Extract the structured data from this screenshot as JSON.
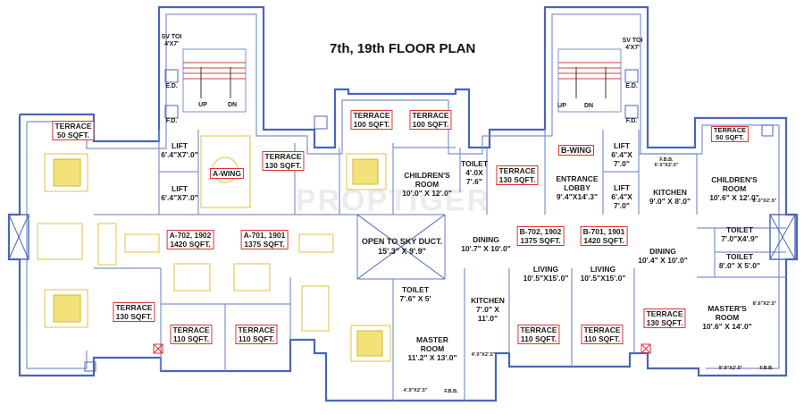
{
  "title": "7th, 19th FLOOR PLAN",
  "watermark": "PROPTIGER",
  "labels": {
    "sv_toilet_left_1": "SV TOI",
    "sv_toilet_left_2": "4'X7'",
    "sv_toilet_right_1": "SV TOI",
    "sv_toilet_right_2": "4'X7'",
    "ed_left": "E.D.",
    "fd_left": "F.D.",
    "ed_right": "E.D.",
    "fd_right": "F.D.",
    "up_left": "UP",
    "dn_left": "DN",
    "up_right": "UP",
    "dn_right": "DN",
    "terrace_50_left_1": "TERRACE",
    "terrace_50_left_2": "50 SQFT.",
    "lift_a1_1": "LIFT",
    "lift_a1_2": "6'.4\"X7'.0\"",
    "lift_a2_1": "LIFT",
    "lift_a2_2": "6'.4\"X7'.0\"",
    "a_wing": "A-WING",
    "terrace_130_a_1": "TERRACE",
    "terrace_130_a_2": "130 SQFT.",
    "terrace_100_1_1": "TERRACE",
    "terrace_100_1_2": "100 SQFT.",
    "terrace_100_2_1": "TERRACE",
    "terrace_100_2_2": "100 SQFT.",
    "childrens_room_a_1": "CHILDREN'S",
    "childrens_room_a_2": "ROOM",
    "childrens_room_a_3": "10'.0\" X 12'.0\"",
    "toilet_mid_1": "TOILET",
    "toilet_mid_2": "4'.0X",
    "toilet_mid_3": "7'.6\"",
    "terrace_130_b_1": "TERRACE",
    "terrace_130_b_2": "130 SQFT.",
    "b_wing": "B-WING",
    "entrance_lobby_1": "ENTRANCE",
    "entrance_lobby_2": "LOBBY",
    "entrance_lobby_3": "9'.4\"X14'.3\"",
    "lift_b1_1": "LIFT",
    "lift_b1_2": "6'.4\"X",
    "lift_b1_3": "7'.0\"",
    "lift_b2_1": "LIFT",
    "lift_b2_2": "6'.4\"X",
    "lift_b2_3": "7'.0\"",
    "kitchen_b_1": "KITCHEN",
    "kitchen_b_2": "9'.0\" X 8'.0\"",
    "terrace_50_right_1": "TERRACE",
    "terrace_50_right_2": "50 SQFT.",
    "childrens_room_b_1": "CHILDREN'S",
    "childrens_room_b_2": "ROOM",
    "childrens_room_b_3": "10'.6\" X 12'.0\"",
    "fbb_top_right": "F.B.B.",
    "fbb_top_right_dim": "6'.0\"X2'.5\"",
    "a702_1": "A-702, 1902",
    "a702_2": "1420 SQFT.",
    "a701_1": "A-701, 1901",
    "a701_2": "1375 SQFT.",
    "open_duct_1": "OPEN TO SKY DUCT.",
    "open_duct_2": "15'.3\" X 9'.9\"",
    "dining_mid_1": "DINING",
    "dining_mid_2": "10'.7\" X 10'.0\"",
    "b702_1": "B-702, 1902",
    "b702_2": "1375 SQFT.",
    "b701_1": "B-701, 1901",
    "b701_2": "1420 SQFT.",
    "dining_right_1": "DINING",
    "dining_right_2": "10'.4\" X 10'.0\"",
    "toilet_r1_1": "TOILET",
    "toilet_r1_2": "7'.0\"X4'.9\"",
    "toilet_r2_1": "TOILET",
    "toilet_r2_2": "8'.0\" X 5'.0\"",
    "living_b702_1": "LIVING",
    "living_b702_2": "10'.5\"X15'.0\"",
    "living_b701_1": "LIVING",
    "living_b701_2": "10'.5\"X15'.0\"",
    "toilet_low_1": "TOILET",
    "toilet_low_2": "7'.6\" X 5'",
    "kitchen_mid_1": "KITCHEN",
    "kitchen_mid_2": "7'.0\" X",
    "kitchen_mid_3": "11'.0\"",
    "terrace_130_left_1": "TERRACE",
    "terrace_130_left_2": "130 SQFT.",
    "terrace_110_1_1": "TERRACE",
    "terrace_110_1_2": "110 SQFT.",
    "terrace_110_2_1": "TERRACE",
    "terrace_110_2_2": "110 SQFT.",
    "master_room_a_1": "MASTER",
    "master_room_a_2": "ROOM",
    "master_room_a_3": "11'.2\" X 13'.0\"",
    "terrace_110_3_1": "TERRACE",
    "terrace_110_3_2": "110 SQFT.",
    "terrace_110_4_1": "TERRACE",
    "terrace_110_4_2": "110 SQFT.",
    "terrace_130_right_1": "TERRACE",
    "terrace_130_right_2": "130 SQFT.",
    "masters_room_b_1": "MASTER'S",
    "masters_room_b_2": "ROOM",
    "masters_room_b_3": "10'.6\" X 14'.0\"",
    "dim_bottom_left": "4'.9\"X2'.5\"",
    "fbb_bottom_left": "F.B.B.",
    "dim_bottom_mid": "4'.0\"X2'.5\"",
    "dim_bottom_right": "9'.9\"X2'.5\"",
    "fbb_bottom_right": "F.B.B.",
    "dim_side_right_1": "8'.0\"X2'.5\"",
    "dim_side_right_2": "8'.6\"X2'.5\""
  },
  "colors": {
    "wall": "#4a64b8",
    "label_border": "#dd3333",
    "furniture": "#e2c33a"
  }
}
